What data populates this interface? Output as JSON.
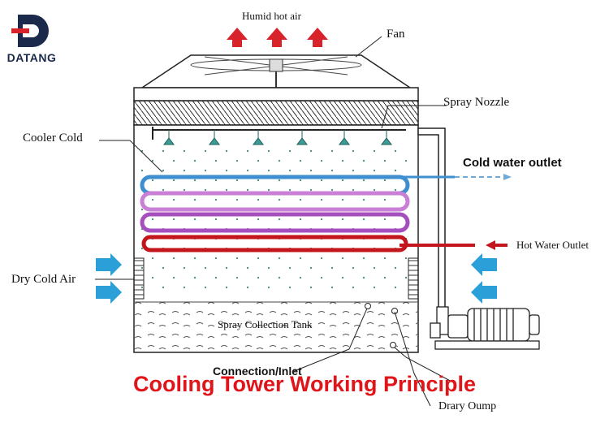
{
  "brand": {
    "name": "DATANG",
    "logo_colors": {
      "dark": "#1b2a4a",
      "accent": "#d8232a"
    }
  },
  "title": "Cooling Tower Working Principle",
  "labels": {
    "humid_hot_air": "Humid hot air",
    "fan": "Fan",
    "spray_nozzle": "Spray Nozzle",
    "cooler_cold": "Cooler Cold",
    "cold_water_outlet": "Cold water outlet",
    "hot_water_outlet": "Hot Water Outlet",
    "dry_cold_air": "Dry Cold Air",
    "spray_collection_tank": "Spray Collection Tank",
    "connection_inlet": "Connection/Inlet",
    "drain_pump": "Drary Oump"
  },
  "colors": {
    "title_red": "#e1141a",
    "air_arrow_blue": "#2a9fd8",
    "hot_air_arrow_red": "#d8232a",
    "cold_coil": "#3f8fd0",
    "mid_coil": "#c97fd6",
    "warm_coil": "#a54fbf",
    "hot_coil": "#c2161c",
    "outline": "#222222"
  }
}
